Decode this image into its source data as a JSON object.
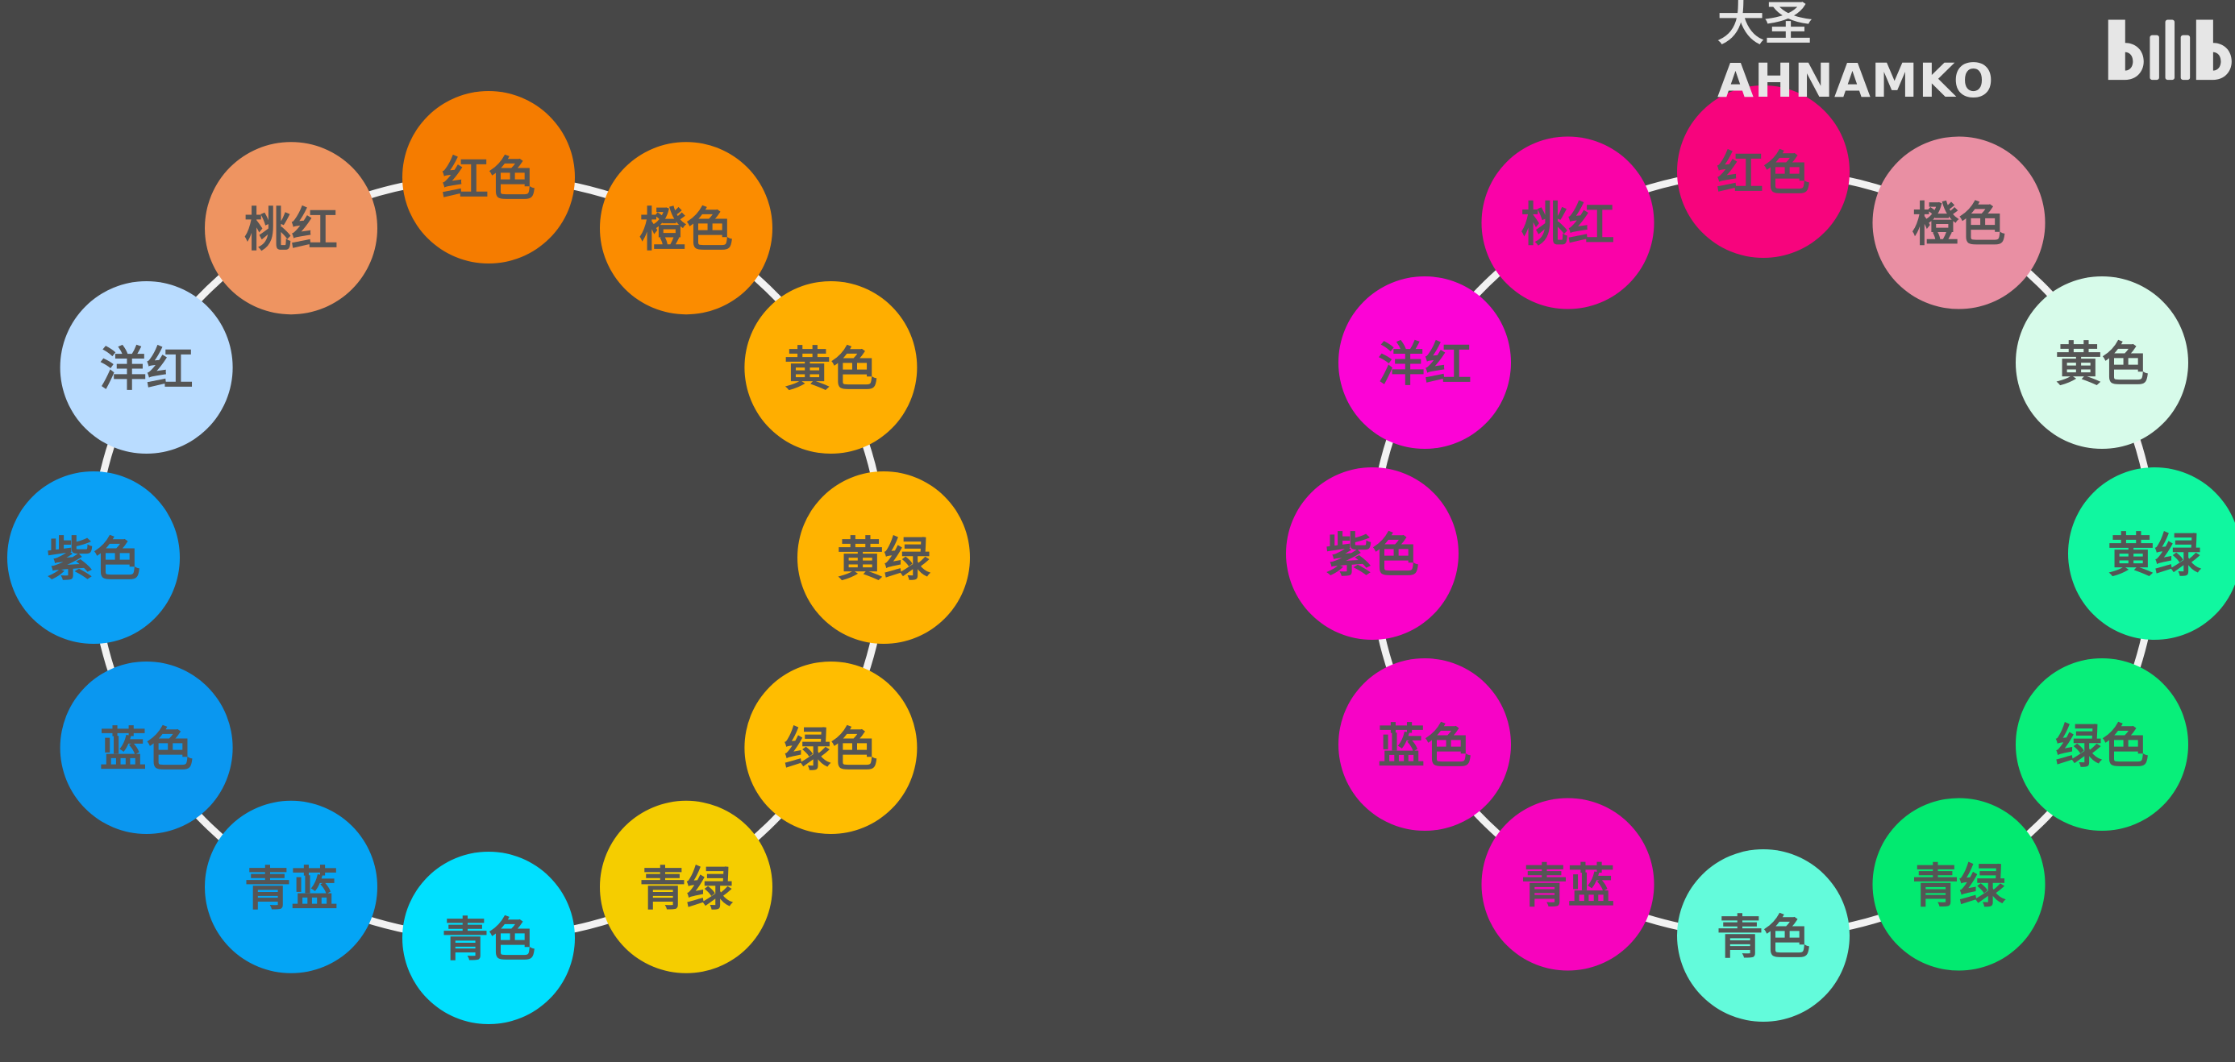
{
  "watermark": {
    "text": "大圣AHNAMKO",
    "logo_icon": "bilibili-logo-icon"
  },
  "wheels": [
    {
      "name": "",
      "ring_color": "#f2f2f2",
      "nodes": [
        {
          "label": "红色",
          "color": "#f57c00"
        },
        {
          "label": "橙色",
          "color": "#fb8c00"
        },
        {
          "label": "黄色",
          "color": "#ffae00"
        },
        {
          "label": "黄绿",
          "color": "#ffb300"
        },
        {
          "label": "绿色",
          "color": "#ffbd00"
        },
        {
          "label": "青绿",
          "color": "#f5cd00"
        },
        {
          "label": "青色",
          "color": "#00e0ff"
        },
        {
          "label": "青蓝",
          "color": "#04a5f5"
        },
        {
          "label": "蓝色",
          "color": "#0a97f0"
        },
        {
          "label": "紫色",
          "color": "#0aa0f5"
        },
        {
          "label": "洋红",
          "color": "#b9dcff"
        },
        {
          "label": "桃红",
          "color": "#ee9461"
        }
      ]
    },
    {
      "name": "",
      "ring_color": "#f2f2f2",
      "nodes": [
        {
          "label": "红色",
          "color": "#f7047d"
        },
        {
          "label": "橙色",
          "color": "#e98fa3"
        },
        {
          "label": "黄色",
          "color": "#d7fbea"
        },
        {
          "label": "黄绿",
          "color": "#10f7a0"
        },
        {
          "label": "绿色",
          "color": "#08ef7a"
        },
        {
          "label": "青绿",
          "color": "#02ea70"
        },
        {
          "label": "青色",
          "color": "#63fbdb"
        },
        {
          "label": "青蓝",
          "color": "#f703bd"
        },
        {
          "label": "蓝色",
          "color": "#f703c6"
        },
        {
          "label": "紫色",
          "color": "#fb01ca"
        },
        {
          "label": "洋红",
          "color": "#fc03d6"
        },
        {
          "label": "桃红",
          "color": "#fa02a8"
        }
      ]
    }
  ]
}
